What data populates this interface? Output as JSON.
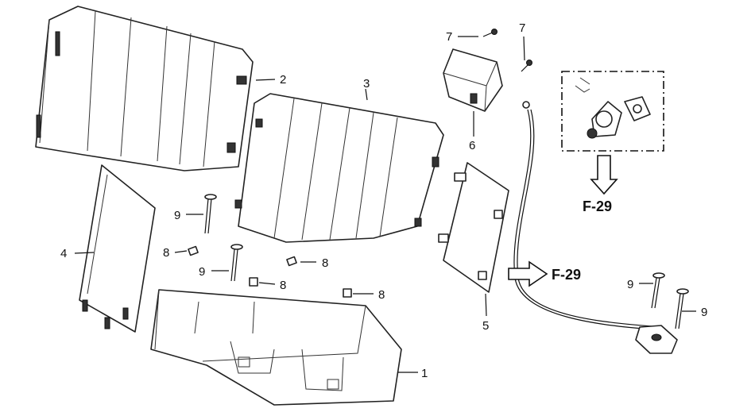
{
  "diagram": {
    "callouts": {
      "c1": "1",
      "c2": "2",
      "c3": "3",
      "c4": "4",
      "c5": "5",
      "c6": "6",
      "c7a": "7",
      "c7b": "7",
      "c8a": "8",
      "c8b": "8",
      "c8c": "8",
      "c8d": "8",
      "c9a": "9",
      "c9b": "9",
      "c9c": "9",
      "c9d": "9"
    },
    "references": {
      "ref_box": "F-29",
      "ref_cable": "F-29"
    }
  }
}
